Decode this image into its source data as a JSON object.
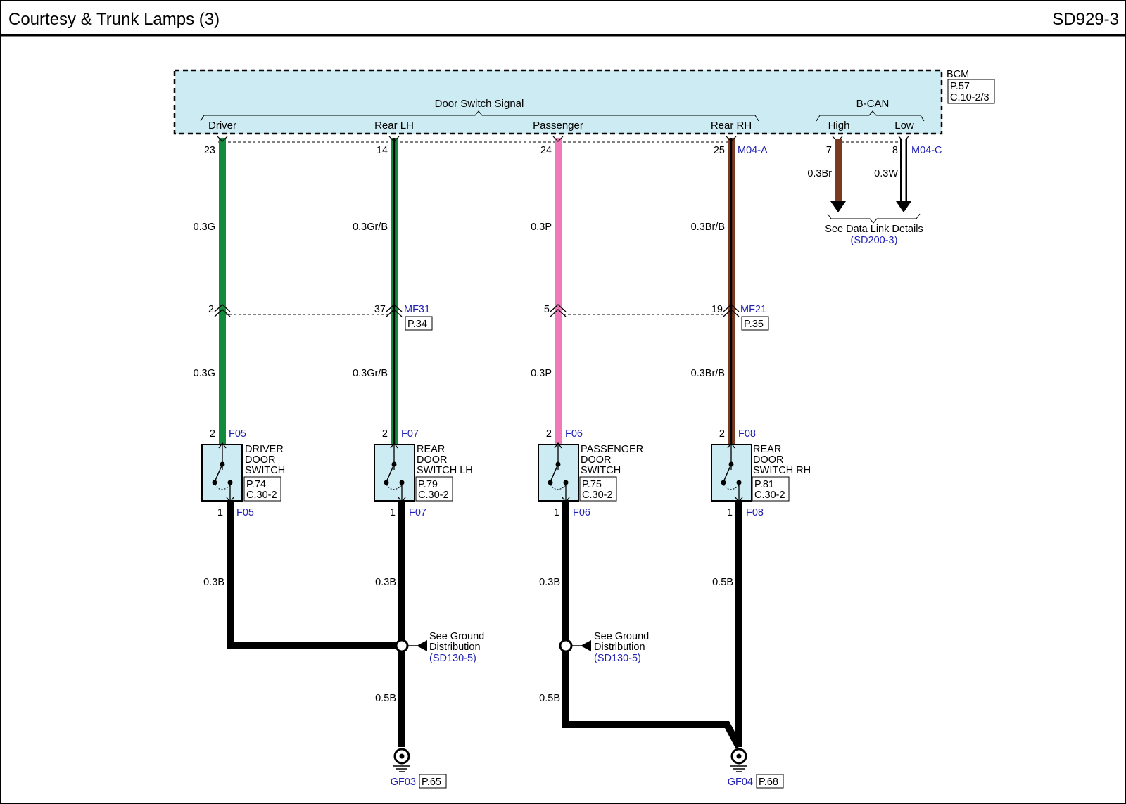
{
  "header": {
    "title": "Courtesy & Trunk Lamps (3)",
    "code": "SD929-3"
  },
  "bcm": {
    "name": "BCM",
    "ref_page": "P.57",
    "ref_conn": "C.10-2/3",
    "group_door": "Door Switch Signal",
    "group_can": "B-CAN",
    "conn_a": "M04-A",
    "conn_c": "M04-C",
    "can_high": {
      "label": "High",
      "pin": "7",
      "wire": "0.3Br"
    },
    "can_low": {
      "label": "Low",
      "pin": "8",
      "wire": "0.3W"
    },
    "data_link_text": "See Data Link Details",
    "data_link_ref": "(SD200-3)"
  },
  "circuits": [
    {
      "signal": "Driver",
      "bcm_pin": "23",
      "wire_upper": "0.3G",
      "mid_pin": "2",
      "wire_lower": "0.3G",
      "sw_pin_top": "2",
      "sw_conn": "F05",
      "sw_name": [
        "DRIVER",
        "DOOR",
        "SWITCH"
      ],
      "sw_page": "P.74",
      "sw_ref": "C.30-2",
      "sw_pin_bot": "1",
      "ground_wire": "0.3B"
    },
    {
      "signal": "Rear LH",
      "bcm_pin": "14",
      "wire_upper": "0.3Gr/B",
      "mid_pin": "37",
      "wire_lower": "0.3Gr/B",
      "sw_pin_top": "2",
      "sw_conn": "F07",
      "sw_name": [
        "REAR",
        "DOOR",
        "SWITCH LH"
      ],
      "sw_page": "P.79",
      "sw_ref": "C.30-2",
      "sw_pin_bot": "1",
      "ground_wire": "0.3B"
    },
    {
      "signal": "Passenger",
      "bcm_pin": "24",
      "wire_upper": "0.3P",
      "mid_pin": "5",
      "wire_lower": "0.3P",
      "sw_pin_top": "2",
      "sw_conn": "F06",
      "sw_name": [
        "PASSENGER",
        "DOOR",
        "SWITCH"
      ],
      "sw_page": "P.75",
      "sw_ref": "C.30-2",
      "sw_pin_bot": "1",
      "ground_wire": "0.3B"
    },
    {
      "signal": "Rear RH",
      "bcm_pin": "25",
      "wire_upper": "0.3Br/B",
      "mid_pin": "19",
      "wire_lower": "0.3Br/B",
      "sw_pin_top": "2",
      "sw_conn": "F08",
      "sw_name": [
        "REAR",
        "DOOR",
        "SWITCH RH"
      ],
      "sw_page": "P.81",
      "sw_ref": "C.30-2",
      "sw_pin_bot": "1",
      "ground_wire": "0.5B"
    }
  ],
  "inline_connectors": [
    {
      "name": "MF31",
      "page": "P.34"
    },
    {
      "name": "MF21",
      "page": "P.35"
    }
  ],
  "ground_refs": [
    {
      "text1": "See Ground",
      "text2": "Distribution",
      "ref": "(SD130-5)",
      "wire": "0.5B"
    },
    {
      "text1": "See Ground",
      "text2": "Distribution",
      "ref": "(SD130-5)",
      "wire": "0.5B"
    }
  ],
  "grounds": [
    {
      "name": "GF03",
      "page": "P.65"
    },
    {
      "name": "GF04",
      "page": "P.68"
    }
  ],
  "colors": {
    "bcm_fill": "#cdebf2",
    "green": "#138a3c",
    "pink": "#f07ab8",
    "brown": "#7a3a22",
    "black": "#000000",
    "label_blue": "#1f1fb4"
  }
}
